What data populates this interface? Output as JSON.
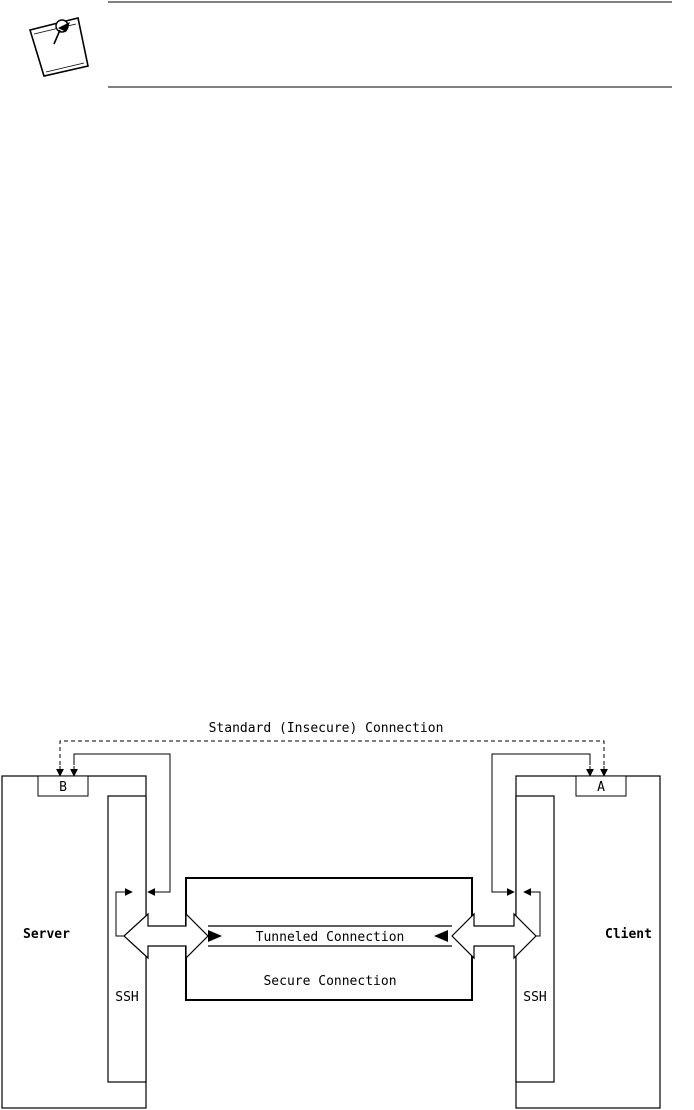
{
  "note": {
    "icon": "pushpin-note-icon"
  },
  "diagram": {
    "top_connection_label": "Standard (Insecure) Connection",
    "server": {
      "title": "Server",
      "port_label": "B",
      "ssh_label": "SSH"
    },
    "client": {
      "title": "Client",
      "port_label": "A",
      "ssh_label": "SSH"
    },
    "tunnel_label": "Tunneled Connection",
    "secure_label": "Secure Connection"
  }
}
